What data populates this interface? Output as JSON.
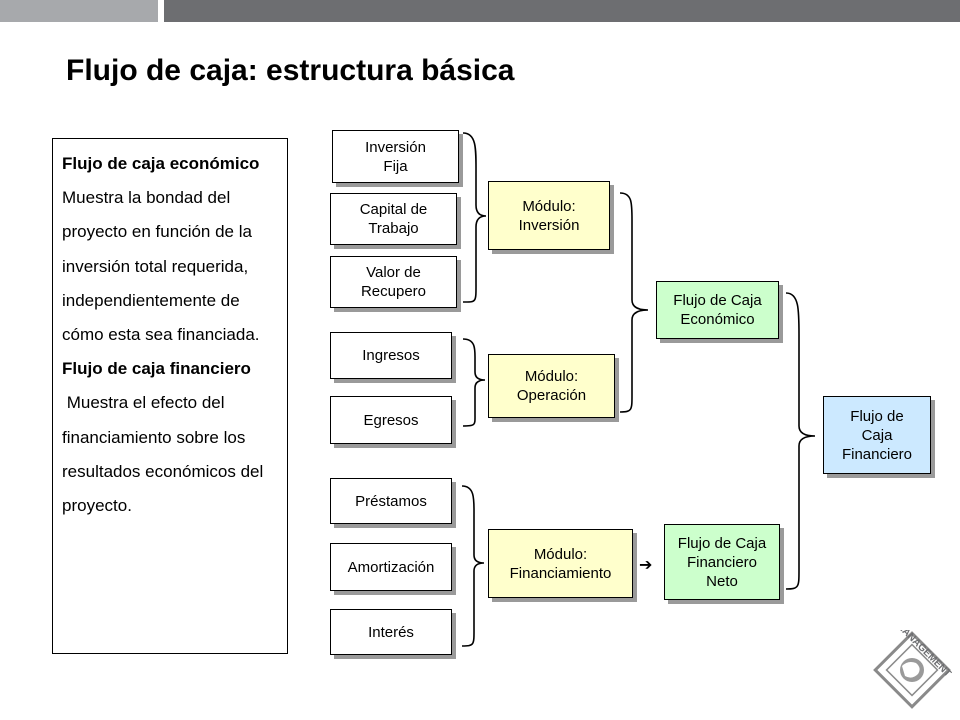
{
  "slide": {
    "title": "Flujo de caja: estructura básica"
  },
  "text_panel": {
    "economico_heading": "Flujo de caja económico",
    "economico_body": "Muestra la bondad del proyecto en función de la inversión total requerida, independientemente de cómo esta sea financiada.",
    "financiero_heading": "Flujo de caja financiero",
    "financiero_body": " Muestra el efecto del financiamiento sobre los resultados económicos del proyecto."
  },
  "diagram": {
    "inputs": {
      "inversion_fija": "Inversión\nFija",
      "capital_trabajo": "Capital de\nTrabajo",
      "valor_recupero": "Valor de\nRecupero",
      "ingresos": "Ingresos",
      "egresos": "Egresos",
      "prestamos": "Préstamos",
      "amortizacion": "Amortización",
      "interes": "Interés"
    },
    "modules": {
      "inversion": "Módulo:\nInversión",
      "operacion": "Módulo:\nOperación",
      "financiamiento": "Módulo:\nFinanciamiento"
    },
    "flows": {
      "economico": "Flujo de Caja\nEconómico",
      "financiero_neto": "Flujo de Caja\nFinanciero\nNeto",
      "financiero": "Flujo de\nCaja\nFinanciero"
    },
    "arrow_symbol": "➔"
  },
  "colors": {
    "module_fill": "#ffffcc",
    "flow_fill": "#ccffcc",
    "final_fill": "#cce9ff",
    "bar_light": "#a7a9ac",
    "bar_dark": "#6d6e71"
  },
  "logo": {
    "text": "CAID MANAGEMENT"
  }
}
